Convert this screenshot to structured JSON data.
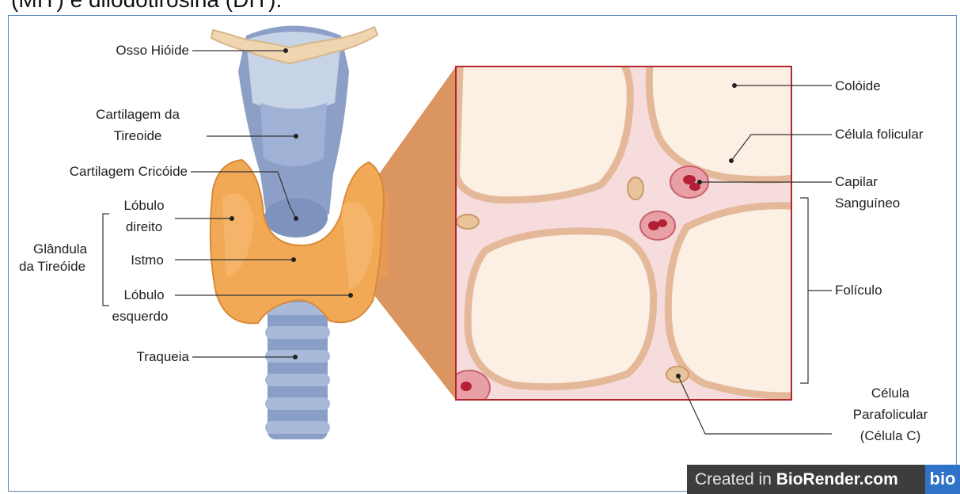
{
  "caption": "(MIT) e diiodotirosina (DIT).",
  "labels": {
    "hyoid": "Osso Hióide",
    "thyroid_cartilage_1": "Cartilagem da",
    "thyroid_cartilage_2": "Tireoide",
    "cricoid": "Cartilagem Cricóide",
    "right_lobe_1": "Lóbulo",
    "right_lobe_2": "direito",
    "gland_1": "Glândula",
    "gland_2": "da Tireóide",
    "isthmus": "Istmo",
    "left_lobe_1": "Lóbulo",
    "left_lobe_2": "esquerdo",
    "trachea": "Traqueia",
    "colloid": "Colóide",
    "follicular_cell": "Célula folicular",
    "capillary_1": "Capilar",
    "capillary_2": "Sanguíneo",
    "follicle": "Folículo",
    "parafollicular_1": "Célula",
    "parafollicular_2": "Parafolicular",
    "parafollicular_3": "(Célula C)"
  },
  "badge": {
    "prefix": "Created in ",
    "brand": "BioRender.com",
    "logo": "bio"
  },
  "colors": {
    "frame_border": "#5c86b4",
    "thyroid": "#f2a955",
    "cartilage": "#8c9fc6",
    "hyoid": "#efd6b0",
    "tissue_bg": "#f6dcdc",
    "colloid": "#fcefe3",
    "cell": "#f9dec8",
    "blood": "#b31f35",
    "zoom_cone": "#d78a4f",
    "badge_bg": "#3d3d3d",
    "badge_logo": "#2f73c8"
  }
}
